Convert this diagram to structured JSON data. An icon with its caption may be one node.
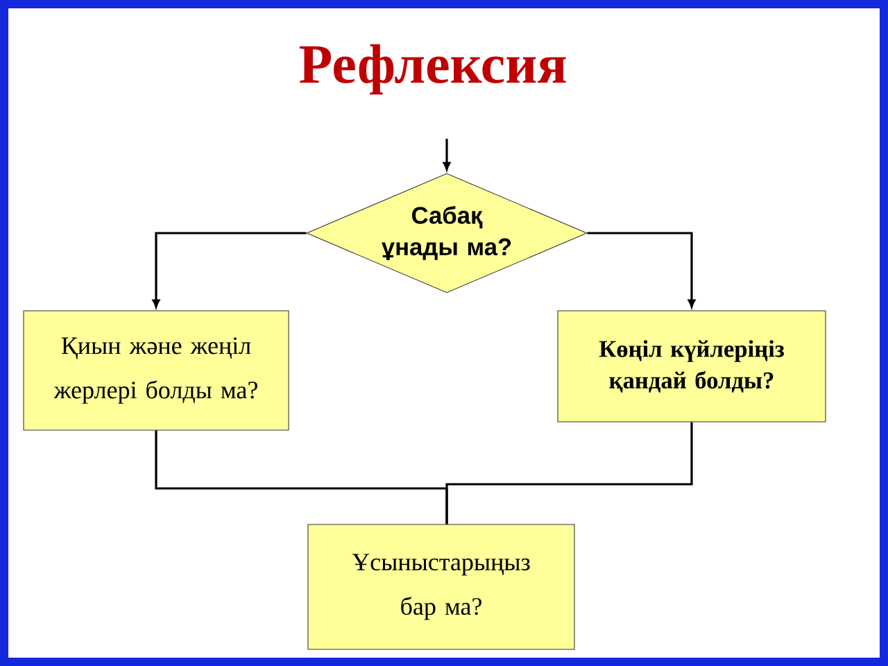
{
  "diagram": {
    "title": "Рефлексия",
    "nodes": [
      {
        "text": [
          "Сабақ ұнады ма?"
        ]
      },
      {
        "text": [
          "Қиын және жеңіл жерлері болды ма?"
        ]
      },
      {
        "text": [
          "Көңіл күйлеріңіз қандай болды?"
        ]
      },
      {
        "text": [
          "Ұсыныстарыңыз бар ма?"
        ]
      }
    ],
    "edges": [
      {
        "from": null,
        "to": 0,
        "arrow": "to"
      },
      {
        "from": 0,
        "to": 1,
        "arrow": "to"
      },
      {
        "from": 0,
        "to": 2,
        "arrow": "to"
      },
      {
        "from": 1,
        "to": 3,
        "arrow": "none"
      },
      {
        "from": 2,
        "to": 3,
        "arrow": "none"
      }
    ]
  }
}
